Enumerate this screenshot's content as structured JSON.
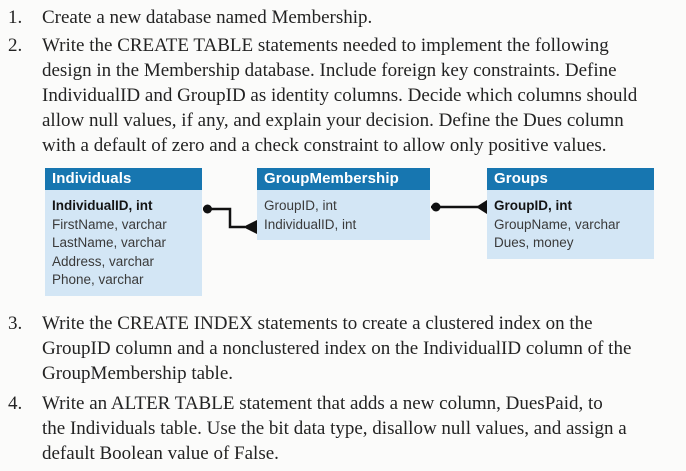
{
  "page": {
    "background": "#fbfbfa"
  },
  "items": [
    {
      "number": "1.",
      "lines": [
        "Create a new database named Membership."
      ]
    },
    {
      "number": "2.",
      "lines": [
        "Write the CREATE TABLE statements needed to implement the following",
        "design in the Membership database. Include foreign key constraints. Define",
        "IndividualID and GroupID as identity columns. Decide which columns should",
        "allow null values, if any, and explain your decision. Define the Dues column",
        "with a default of zero and a check constraint to allow only positive values."
      ]
    },
    {
      "number": "3.",
      "lines": [
        "Write the CREATE INDEX statements to create a clustered index on the",
        "GroupID column and a nonclustered index on the IndividualID column of the",
        "GroupMembership table."
      ]
    },
    {
      "number": "4.",
      "lines": [
        "Write an ALTER TABLE statement that adds a new column, DuesPaid, to",
        "the Individuals table. Use the bit data type, disallow null values, and assign a",
        "default Boolean value of False."
      ]
    }
  ],
  "diagram": {
    "colors": {
      "header_bg": "#1776b0",
      "header_text": "#ffffff",
      "body_bg": "#d3e6f5",
      "connector": "#111111"
    },
    "tables": [
      {
        "name": "Individuals",
        "columns": [
          {
            "text": "IndividualID, int",
            "bold": true
          },
          {
            "text": "FirstName, varchar",
            "bold": false
          },
          {
            "text": "LastName, varchar",
            "bold": false
          },
          {
            "text": "Address, varchar",
            "bold": false
          },
          {
            "text": "Phone, varchar",
            "bold": false
          }
        ]
      },
      {
        "name": "GroupMembership",
        "columns": [
          {
            "text": "GroupID, int",
            "bold": false
          },
          {
            "text": "IndividualID, int",
            "bold": false
          }
        ]
      },
      {
        "name": "Groups",
        "columns": [
          {
            "text": "GroupID, int",
            "bold": true
          },
          {
            "text": "GroupName, varchar",
            "bold": false
          },
          {
            "text": "Dues, money",
            "bold": false
          }
        ]
      }
    ],
    "relationships": [
      {
        "from": "Individuals.IndividualID",
        "to": "GroupMembership.IndividualID"
      },
      {
        "from": "GroupMembership.GroupID",
        "to": "Groups.GroupID"
      }
    ]
  }
}
